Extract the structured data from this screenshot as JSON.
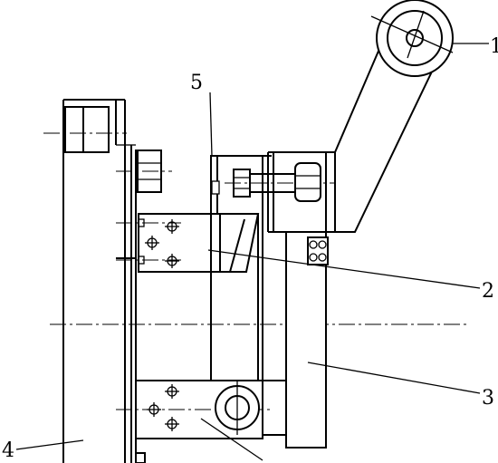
{
  "labels": {
    "l1": "1",
    "l2": "2",
    "l3": "3",
    "l4": "4",
    "l5": "5"
  },
  "colors": {
    "line": "#000000",
    "background": "#ffffff"
  }
}
